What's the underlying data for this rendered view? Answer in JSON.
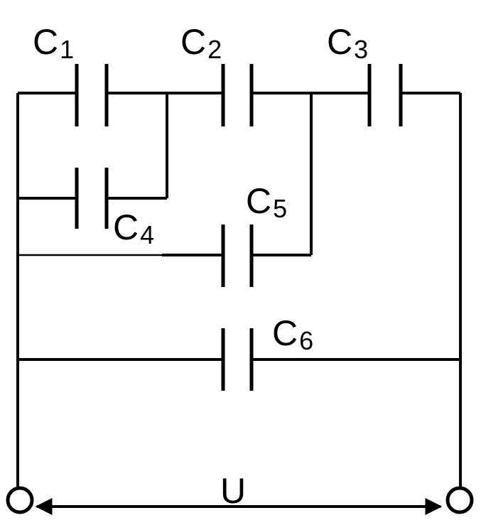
{
  "capacitors": [
    {
      "id": "c1",
      "letter": "C",
      "index": "1"
    },
    {
      "id": "c2",
      "letter": "C",
      "index": "2"
    },
    {
      "id": "c3",
      "letter": "C",
      "index": "3"
    },
    {
      "id": "c4",
      "letter": "C",
      "index": "4"
    },
    {
      "id": "c5",
      "letter": "C",
      "index": "5"
    },
    {
      "id": "c6",
      "letter": "C",
      "index": "6"
    }
  ],
  "voltage_label": "U"
}
